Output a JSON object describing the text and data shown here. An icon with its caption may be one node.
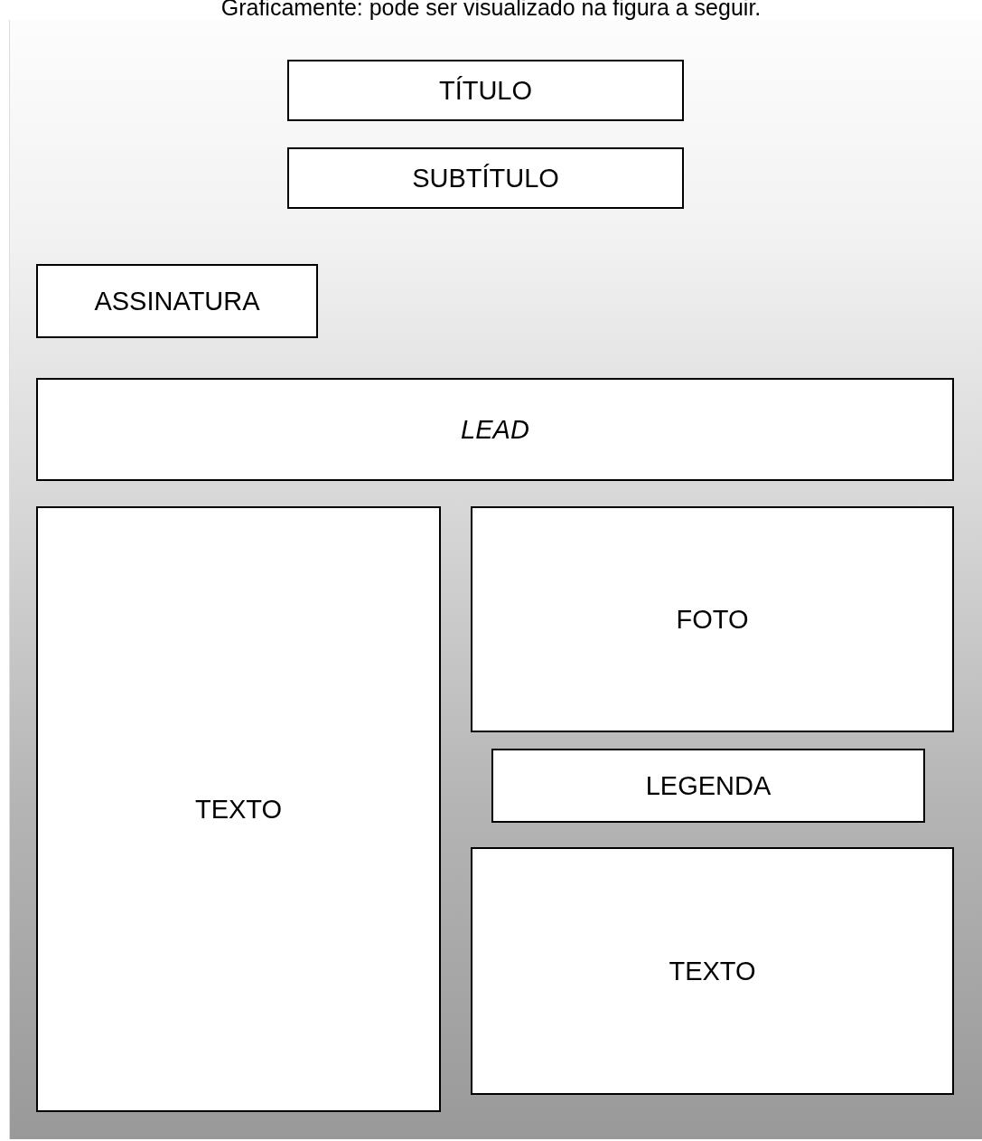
{
  "diagram": {
    "nodes": [
      {
        "text": [
          "TÍTULO"
        ]
      },
      {
        "text": [
          "SUBTÍTULO"
        ]
      },
      {
        "text": [
          "ASSINATURA"
        ]
      },
      {
        "text": [
          "LEAD"
        ]
      },
      {
        "text": [
          "TEXTO"
        ]
      },
      {
        "text": [
          "FOTO"
        ]
      },
      {
        "text": [
          "LEGENDA"
        ]
      },
      {
        "text": [
          "TEXTO"
        ]
      }
    ],
    "edges": [],
    "labels": [
      "Graficamente: pode ser visualizado na figura  a seguir."
    ]
  }
}
